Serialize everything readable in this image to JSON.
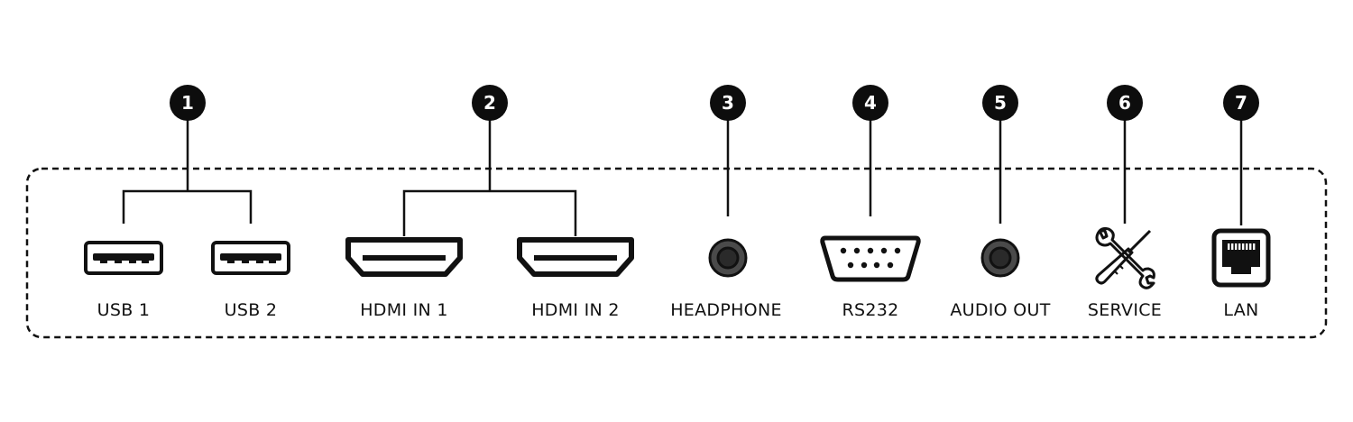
{
  "groups": [
    {
      "number": "1",
      "ports": [
        {
          "label": "USB 1",
          "icon": "usb-port-icon"
        },
        {
          "label": "USB 2",
          "icon": "usb-port-icon"
        }
      ]
    },
    {
      "number": "2",
      "ports": [
        {
          "label": "HDMI IN 1",
          "icon": "hdmi-port-icon"
        },
        {
          "label": "HDMI IN 2",
          "icon": "hdmi-port-icon"
        }
      ]
    },
    {
      "number": "3",
      "ports": [
        {
          "label": "HEADPHONE",
          "icon": "audio-jack-icon"
        }
      ]
    },
    {
      "number": "4",
      "ports": [
        {
          "label": "RS232",
          "icon": "serial-port-icon"
        }
      ]
    },
    {
      "number": "5",
      "ports": [
        {
          "label": "AUDIO OUT",
          "icon": "audio-jack-icon"
        }
      ]
    },
    {
      "number": "6",
      "ports": [
        {
          "label": "SERVICE",
          "icon": "service-tools-icon"
        }
      ]
    },
    {
      "number": "7",
      "ports": [
        {
          "label": "LAN",
          "icon": "ethernet-port-icon"
        }
      ]
    }
  ]
}
